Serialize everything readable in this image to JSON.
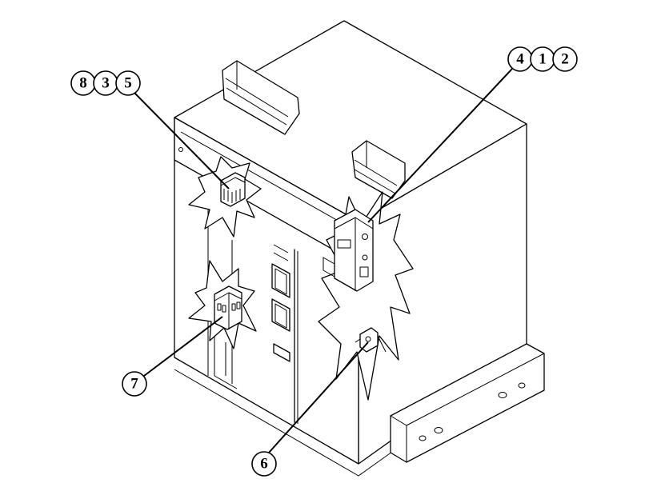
{
  "callouts": {
    "top_left": [
      "8",
      "3",
      "5"
    ],
    "top_right": [
      "4",
      "1",
      "2"
    ],
    "left": "7",
    "bottom": "6"
  }
}
